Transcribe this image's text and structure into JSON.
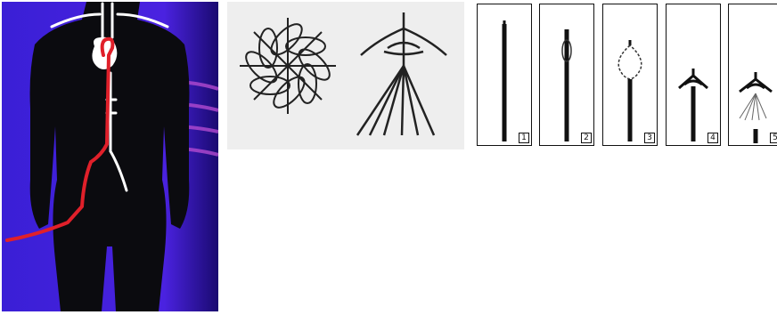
{
  "figure": {
    "panels": [
      "human-body-vascular-illustration",
      "filter-closeup-drawing",
      "deployment-sequence"
    ],
    "colors": {
      "background_purple": "#3a1fd6",
      "silhouette": "#0b0b0f",
      "catheter_red": "#e0202a",
      "vessel_white": "#ffffff",
      "sketch_gray": "#eeeeee"
    }
  },
  "deployment_steps": [
    {
      "label": "1"
    },
    {
      "label": "2"
    },
    {
      "label": "3"
    },
    {
      "label": "4"
    },
    {
      "label": "5"
    }
  ]
}
